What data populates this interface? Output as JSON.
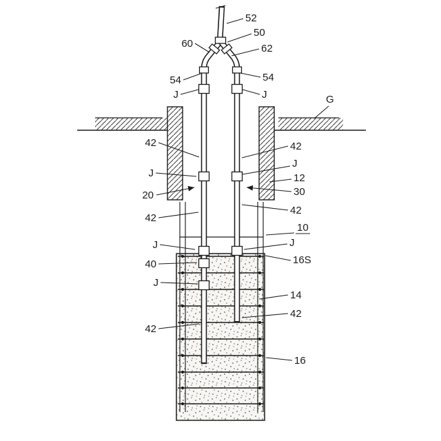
{
  "figure": {
    "kind": "patent-style sectional diagram",
    "subject": "cast-in-place pile with grout pipes and casing",
    "ink_color": "#1c1c1c",
    "background_color": "#ffffff",
    "concrete_fill": "#f7f6f2",
    "labels": {
      "supply_pipe": "52",
      "y_junction": "50",
      "left_branch_fitting": "60",
      "right_branch_fitting": "62",
      "elbow_left": "54",
      "elbow_right": "54",
      "joint_top_left": "J",
      "joint_top_right": "J",
      "ground": "G",
      "pipe_upper_left": "42",
      "pipe_upper_right": "42",
      "joint_mid_left": "J",
      "joint_mid_right": "J",
      "casing": "12",
      "left_pointer": "20",
      "right_pointer": "30",
      "pipe_mid_left": "42",
      "pipe_mid_right": "42",
      "apparatus": "10",
      "joint_low_left": "J",
      "joint_low_right": "J",
      "clamp": "40",
      "concrete_surface": "16S",
      "joint_lower_left": "J",
      "rebar_cage": "14",
      "pipe_lower_right": "42",
      "pipe_lower_left": "42",
      "concrete": "16"
    }
  }
}
